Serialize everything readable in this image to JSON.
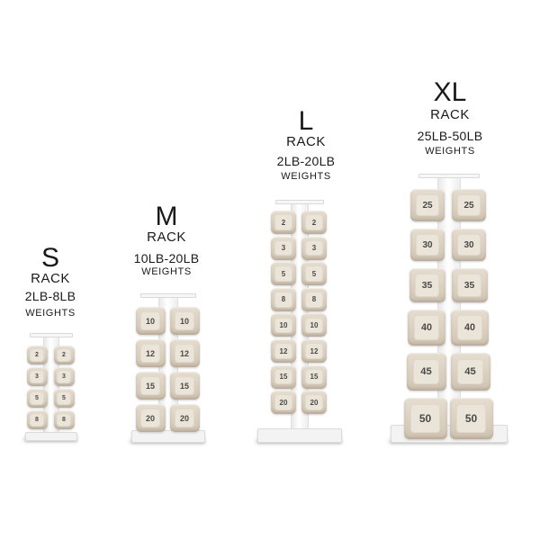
{
  "racks": [
    {
      "id": "s",
      "size_letter": "S",
      "rack_word": "RACK",
      "range": "2LB-8LB",
      "weights_word": "WEIGHTS",
      "weights": [
        "2",
        "3",
        "5",
        "8"
      ]
    },
    {
      "id": "m",
      "size_letter": "M",
      "rack_word": "RACK",
      "range": "10LB-20LB",
      "weights_word": "WEIGHTS",
      "weights": [
        "10",
        "12",
        "15",
        "20"
      ]
    },
    {
      "id": "l",
      "size_letter": "L",
      "rack_word": "RACK",
      "range": "2LB-20LB",
      "weights_word": "WEIGHTS",
      "weights": [
        "2",
        "3",
        "5",
        "8",
        "10",
        "12",
        "15",
        "20"
      ]
    },
    {
      "id": "xl",
      "size_letter": "XL",
      "rack_word": "RACK",
      "range": "25LB-50LB",
      "weights_word": "WEIGHTS",
      "weights": [
        "25",
        "30",
        "35",
        "40",
        "45",
        "50"
      ]
    }
  ],
  "colors": {
    "background": "#ffffff",
    "weight": "#d8ccbb",
    "text": "#1a1a1a",
    "number": "#4a4a4a"
  }
}
